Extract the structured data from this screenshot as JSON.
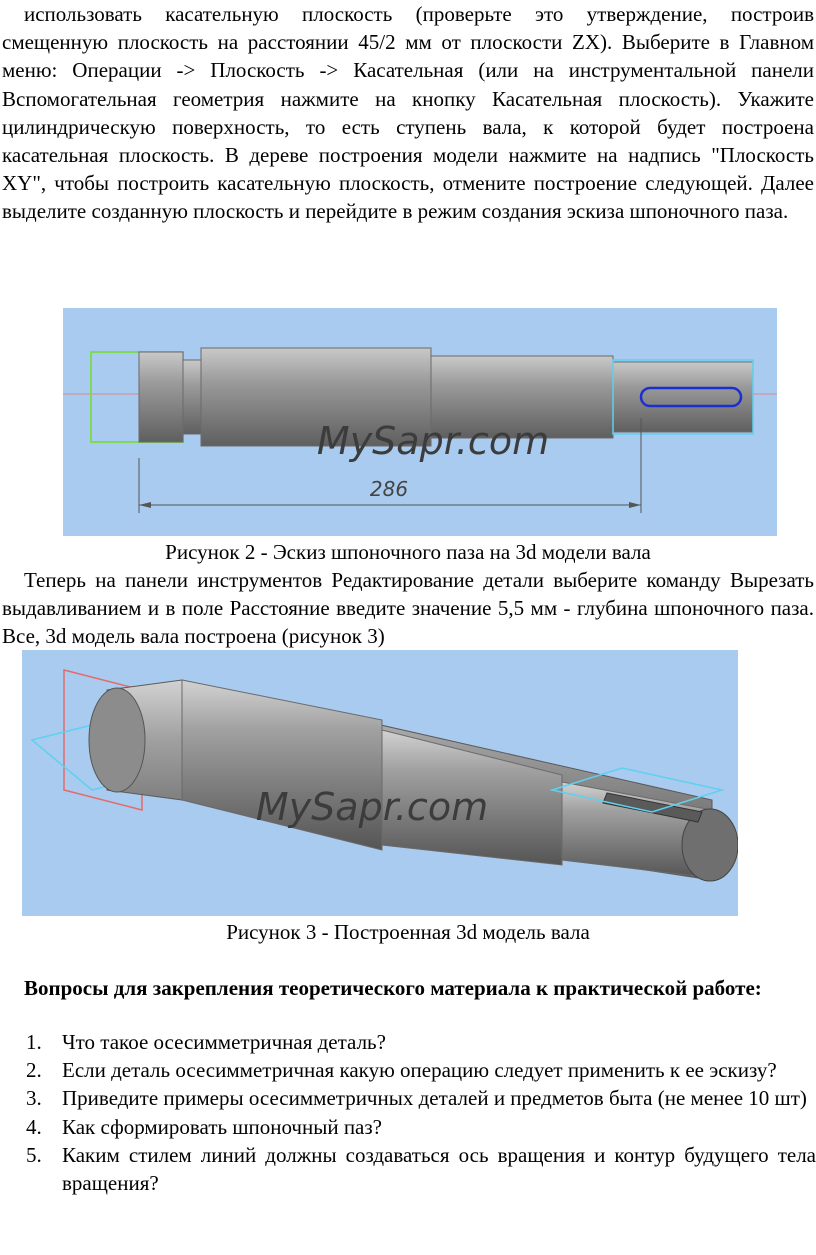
{
  "intro_paragraph": "использовать касательную плоскость (проверьте это утверждение, построив смещенную плоскость на расстоянии 45/2 мм от плоскости ZX). Выберите в Главном меню: Операции -> Плоскость -> Касательная (или на инструментальной панели Вспомогательная геометрия нажмите на кнопку Касательная плоскость). Укажите цилиндрическую поверхность, то есть ступень вала, к которой будет построена касательная плоскость. В дереве построения модели нажмите на надпись \"Плоскость XY\", чтобы построить касательную плоскость, отмените построение следующей. Далее выделите созданную плоскость и перейдите в режим создания эскиза шпоночного паза.",
  "figure2": {
    "watermark": "MySapr.com",
    "dimension": "286",
    "caption": "Рисунок 2 - Эскиз шпоночного паза на 3d модели вала"
  },
  "middle_paragraph": "Теперь на панели инструментов Редактирование детали выберите команду Вырезать выдавливанием и в поле Расстояние введите значение 5,5 мм - глубина шпоночного паза. Все, 3d модель вала построена (рисунок 3)",
  "figure3": {
    "watermark": "MySapr.com",
    "caption": "Рисунок 3 - Построенная 3d модель вала"
  },
  "questions_heading": "Вопросы для закрепления теоретического материала к практической работе:",
  "questions": [
    {
      "num": "1.",
      "text": "Что такое осесимметричная деталь?"
    },
    {
      "num": "2.",
      "text": "Если деталь осесимметричная какую операцию следует применить к ее эскизу?"
    },
    {
      "num": "3.",
      "text": "Приведите примеры осесимметричных деталей и предметов быта (не менее 10 шт)"
    },
    {
      "num": "4.",
      "text": "Как сформировать шпоночный паз?"
    },
    {
      "num": "5.",
      "text": "Каким стилем линий должны создаваться ось вращения и контур будущего тела вращения?"
    }
  ],
  "colors": {
    "viewport_bg": "#a9cbef",
    "shaft": "#8a8a8a",
    "sketch_green": "#7ed957",
    "sketch_blue": "#1b2fd1",
    "sketch_cyan": "#5ed0f0"
  }
}
